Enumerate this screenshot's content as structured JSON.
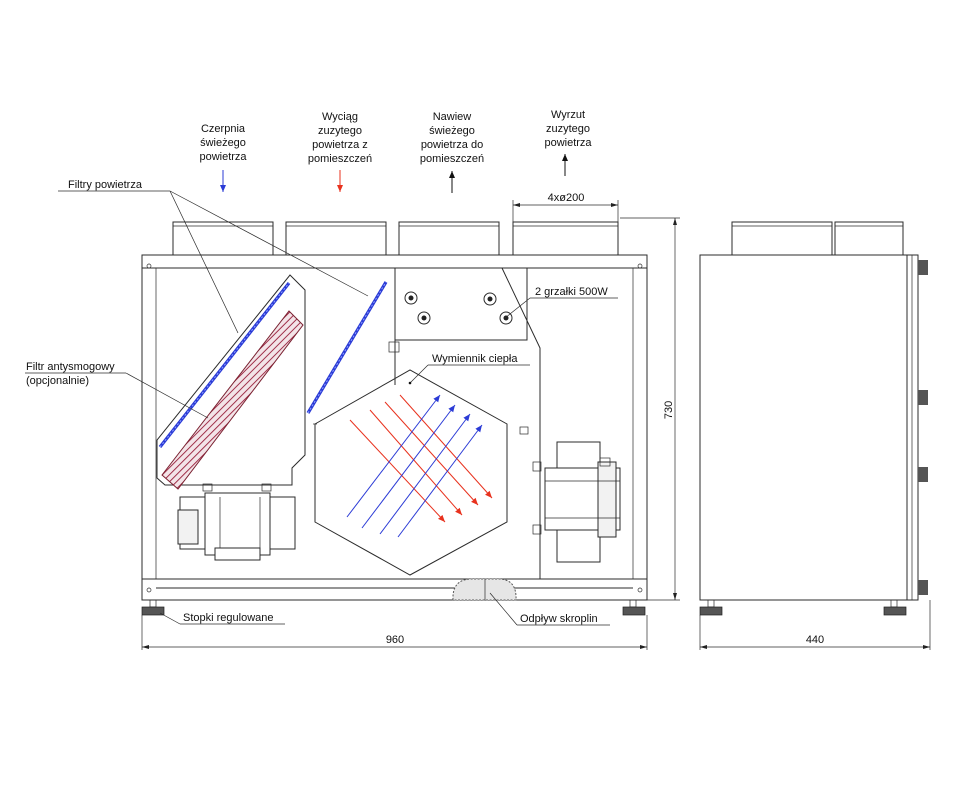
{
  "airflow_labels": {
    "fresh_intake": [
      "Czerpnia",
      "świeżego",
      "powietrza"
    ],
    "exhaust_extract": [
      "Wyciąg",
      "zuzytego",
      "powietrza z",
      "pomieszczeń"
    ],
    "supply": [
      "Nawiew",
      "świeżego",
      "powietrza do",
      "pomieszczeń"
    ],
    "discharge": [
      "Wyrzut",
      "zuzytego",
      "powietrza"
    ]
  },
  "callouts": {
    "air_filters": "Filtry powietrza",
    "antismog_filter": [
      "Filtr antysmogowy",
      "(opcjonalnie)"
    ],
    "heaters": "2 grzałki 500W",
    "heat_exchanger": "Wymiennik ciepła",
    "adjustable_feet": "Stopki regulowane",
    "condensate_drain": "Odpływ skroplin"
  },
  "dimensions": {
    "duct_spec": "4xø200",
    "width": "960",
    "height": "730",
    "depth": "440"
  },
  "colors": {
    "fresh_air": "#2b3bd6",
    "exhaust_air": "#e8321e",
    "filter_media": "#a0304a",
    "line": "#2b2b2b"
  }
}
